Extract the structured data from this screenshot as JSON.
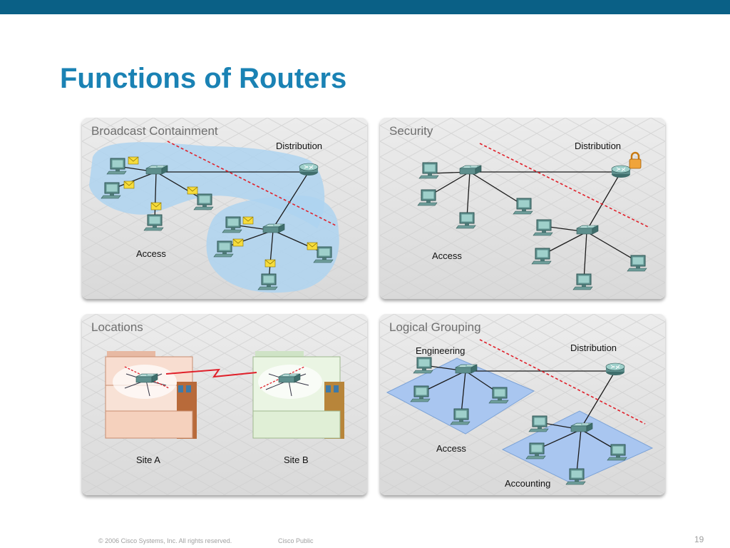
{
  "slide": {
    "title": "Functions of Routers"
  },
  "panels": {
    "broadcast": {
      "title": "Broadcast Containment",
      "distribution": "Distribution",
      "access": "Access"
    },
    "security": {
      "title": "Security",
      "distribution": "Distribution",
      "access": "Access"
    },
    "locations": {
      "title": "Locations",
      "site_a": "Site A",
      "site_b": "Site B"
    },
    "logical": {
      "title": "Logical Grouping",
      "engineering": "Engineering",
      "distribution": "Distribution",
      "access": "Access",
      "accounting": "Accounting"
    }
  },
  "footer": {
    "copyright": "© 2006 Cisco Systems, Inc. All rights reserved.",
    "classification": "Cisco Public",
    "page": "19"
  },
  "colors": {
    "top_bar": "#0a6086",
    "title": "#1a82b4",
    "broadcast_domain": "#aed3f0",
    "boundary_line": "#e0202a",
    "grid_tile": "#a9c6f0"
  },
  "icons": [
    "pc-icon",
    "switch-icon",
    "router-icon",
    "padlock-icon",
    "envelope-icon",
    "building-icon",
    "wan-link-icon"
  ]
}
